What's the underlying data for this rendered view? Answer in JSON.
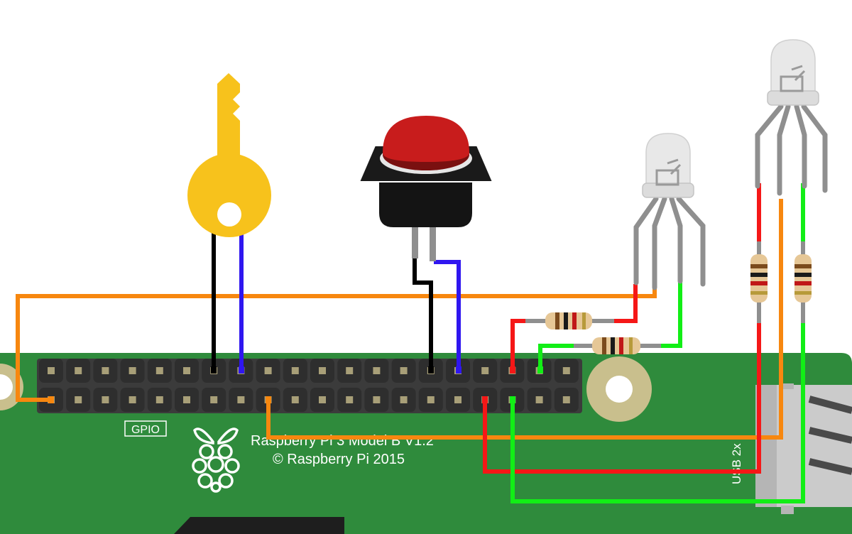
{
  "board": {
    "gpio_label": "GPIO",
    "model_text": "Raspberry Pi 3 Model B V1.2",
    "copyright_text": "© Raspberry Pi 2015",
    "usb_label": "USB 2x"
  },
  "colors": {
    "board_green": "#2f8b3c",
    "header_block": "#3b3b3b",
    "wire_orange": "#f7870f",
    "wire_red": "#f51717",
    "wire_green": "#12ee16",
    "wire_blue": "#2f16f0",
    "wire_black": "#000000",
    "key_yellow": "#f7c21c",
    "button_red": "#c81c1c"
  },
  "components": [
    "key",
    "push-button",
    "rgb-led",
    "rgb-led",
    "resistor",
    "resistor",
    "resistor",
    "resistor",
    "raspberry-pi-logo",
    "usb-port"
  ]
}
